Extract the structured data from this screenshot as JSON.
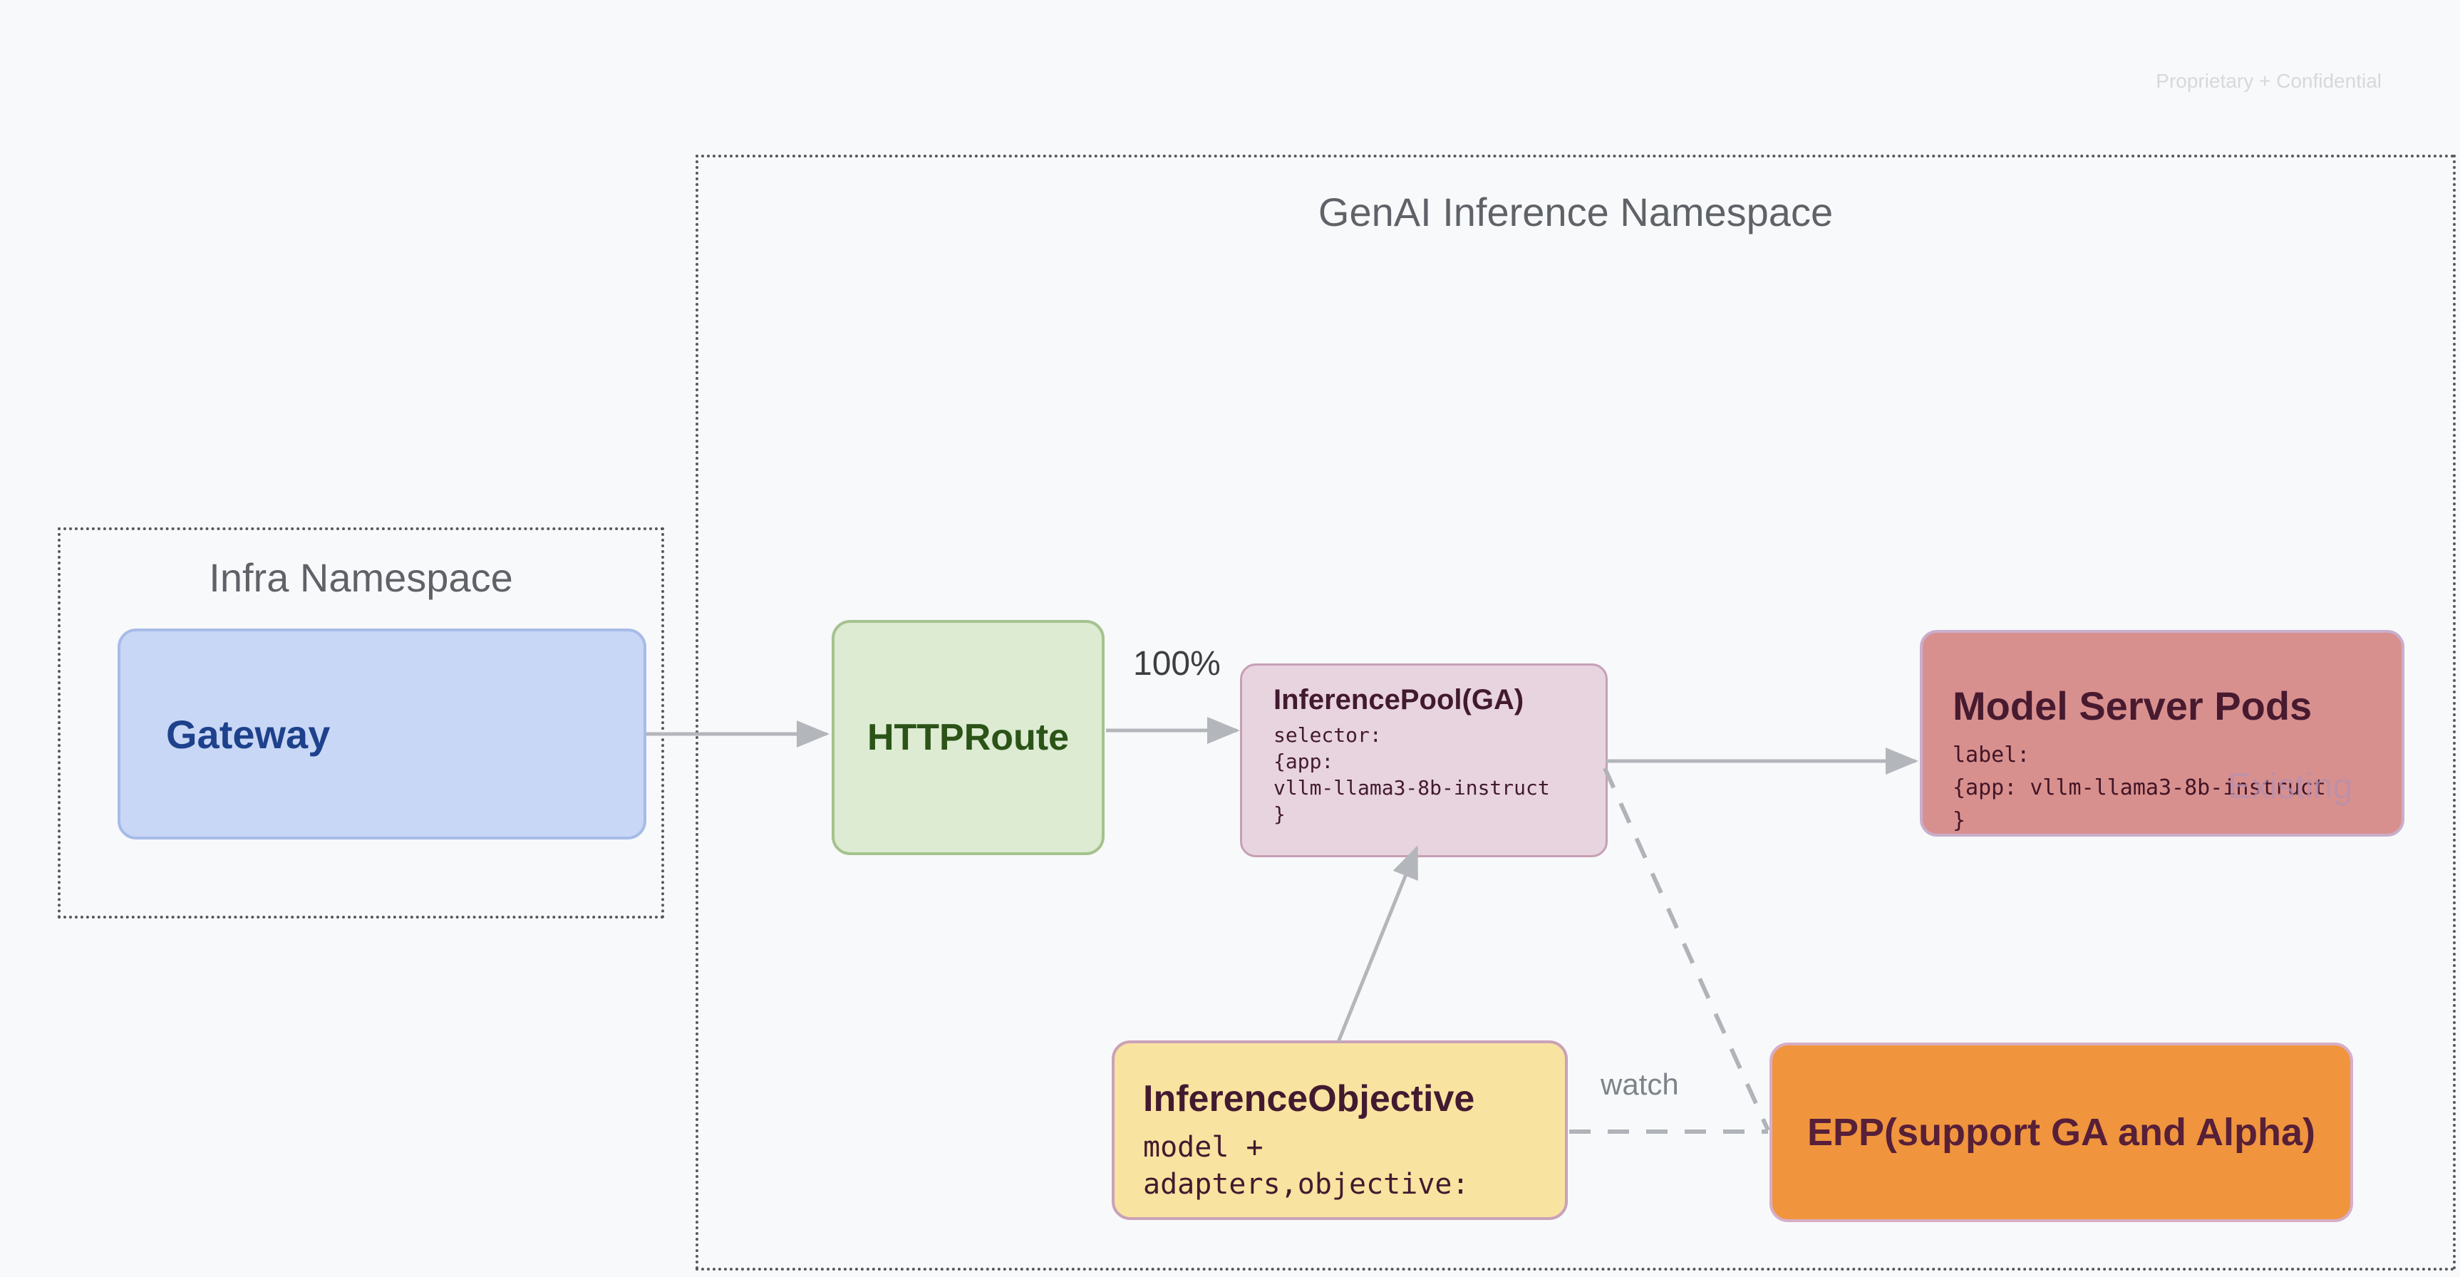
{
  "page": {
    "confidential_notice": "Proprietary + Confidential"
  },
  "genai_namespace": {
    "title": "GenAI Inference Namespace"
  },
  "infra_namespace": {
    "title": "Infra Namespace"
  },
  "nodes": {
    "gateway": {
      "label": "Gateway"
    },
    "httproute": {
      "label": "HTTPRoute"
    },
    "inference_pool": {
      "title": "InferencePool(GA)",
      "code_lines": [
        "selector:",
        "{app:",
        "vllm-llama3-8b-instruct",
        "}"
      ]
    },
    "model_server_pods": {
      "title": "Model Server Pods",
      "code_lines": [
        "label:",
        "{app: vllm-llama3-8b-instruct",
        "}"
      ],
      "badge": "Existing"
    },
    "inference_objective": {
      "title": "InferenceObjective",
      "code_lines": [
        "model +",
        "adapters,objective:"
      ]
    },
    "epp": {
      "label": "EPP(support GA and Alpha)"
    }
  },
  "edges": {
    "gateway_to_httproute": "",
    "httproute_to_pool_weight": "100%",
    "objective_to_epp_label": "watch"
  },
  "colors": {
    "background": "#f8f9fa",
    "namespace_border": "#55585c",
    "namespace_title": "#5f6368",
    "arrow_gray": "#b3b6ba",
    "gateway_fill": "#c9d7f6",
    "gateway_border": "#a7bbe9",
    "gateway_text": "#1e418c",
    "httproute_fill": "#dcebd2",
    "httproute_border": "#a5c28e",
    "httproute_text": "#2b5317",
    "inference_pool_fill": "#e8d4de",
    "inference_pool_border": "#c79fb6",
    "model_server_fill": "#d8908e",
    "model_server_border": "#c8aecb",
    "existing_text": "#b98fad",
    "inference_objective_fill": "#f9e3a0",
    "inference_objective_border": "#c9a2b8",
    "epp_fill": "#f0953e",
    "epp_border": "#d6aec8",
    "dark_maroon_text": "#421a30",
    "confidential_text": "#d6d8da"
  }
}
